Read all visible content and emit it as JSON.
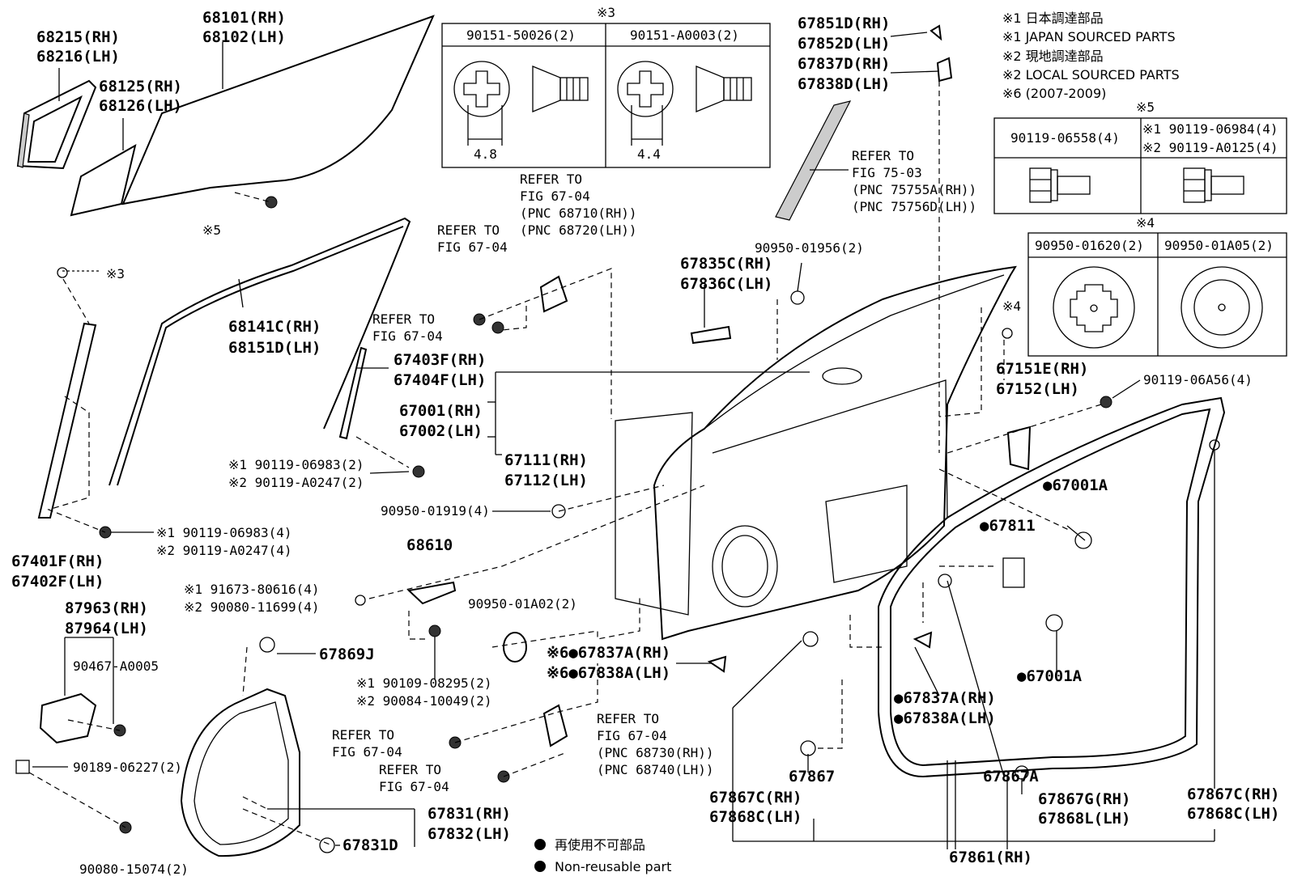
{
  "notes": {
    "n1_jp": "※1 日本調達部品",
    "n1_en": "※1 JAPAN SOURCED PARTS",
    "n2_jp": "※2 現地調達部品",
    "n2_en": "※2 LOCAL SOURCED PARTS",
    "n6": "※6 (2007-2009)"
  },
  "legend": {
    "jp": "再使用不可部品",
    "en": "Non-reusable part"
  },
  "tables": {
    "t3": {
      "mark": "※3",
      "c1": "90151-50026(2)",
      "c2": "90151-A0003(2)",
      "d1": "4.8",
      "d2": "4.4"
    },
    "t5": {
      "mark": "※5",
      "c1": "90119-06558(4)",
      "c2a": "※1 90119-06984(4)",
      "c2b": "※2 90119-A0125(4)"
    },
    "t4": {
      "mark": "※4",
      "c1": "90950-01620(2)",
      "c2": "90950-01A05(2)"
    }
  },
  "labels": {
    "l68215": "68215(RH)",
    "l68216": "68216(LH)",
    "l68101": "68101(RH)",
    "l68102": "68102(LH)",
    "l68125": "68125(RH)",
    "l68126": "68126(LH)",
    "mark5": "※5",
    "mark3": "※3",
    "mark4": "※4",
    "l68141": "68141C(RH)",
    "l68151": "68151D(LH)",
    "l67403": "67403F(RH)",
    "l67404": "67404F(LH)",
    "l67001": "67001(RH)",
    "l67002": "67002(LH)",
    "l67111": "67111(RH)",
    "l67112": "67112(LH)",
    "bolt1a": "※1 90119-06983(2)",
    "bolt1b": "※2 90119-A0247(2)",
    "bolt2a": "※1 90119-06983(4)",
    "bolt2b": "※2 90119-A0247(4)",
    "l67401": "67401F(RH)",
    "l67402": "67402F(LH)",
    "l90950_01919": "90950-01919(4)",
    "l68610": "68610",
    "l91673a": "※1 91673-80616(4)",
    "l91673b": "※2 90080-11699(4)",
    "l87963": "87963(RH)",
    "l87964": "87964(LH)",
    "l90467": "90467-A0005",
    "l90189": "90189-06227(2)",
    "l90080_15074": "90080-15074(2)",
    "l67869J": "67869J",
    "l90109a": "※1 90109-08295(2)",
    "l90109b": "※2 90084-10049(2)",
    "l90950_01A02": "90950-01A02(2)",
    "l67837A_6": "※6●67837A(RH)",
    "l67838A_6": "※6●67838A(LH)",
    "ref1a": "REFER TO",
    "ref1b": "FIG 67-04",
    "ref1c": "(PNC 68710(RH))",
    "ref1d": "(PNC 68720(LH))",
    "ref2a": "REFER TO",
    "ref2b": "FIG 67-04",
    "ref3a": "REFER TO",
    "ref3b": "FIG 67-04",
    "ref4a": "REFER TO",
    "ref4b": "FIG 67-04",
    "ref5a": "REFER TO",
    "ref5b": "FIG 67-04",
    "ref5c": "(PNC 68730(RH))",
    "ref5d": "(PNC 68740(LH))",
    "ref6a": "REFER TO",
    "ref6b": "FIG 67-04",
    "ref7a": "REFER TO",
    "ref7b": "FIG 75-03",
    "ref7c": "(PNC 75755A(RH))",
    "ref7d": "(PNC 75756D(LH))",
    "l67831": "67831(RH)",
    "l67832": "67832(LH)",
    "l67831D": "67831D",
    "l67851": "67851D(RH)",
    "l67852": "67852D(LH)",
    "l67837D": "67837D(RH)",
    "l67838D": "67838D(LH)",
    "l90950_01956": "90950-01956(2)",
    "l67835": "67835C(RH)",
    "l67836": "67836C(LH)",
    "l67151": "67151E(RH)",
    "l67152": "67152(LH)",
    "l90119_06A56": "90119-06A56(4)",
    "l67001A_1": "●67001A",
    "l67001A_2": "●67001A",
    "l67811": "●67811",
    "l67837A": "●67837A(RH)",
    "l67838A": "●67838A(LH)",
    "l67867": "67867",
    "l67867A": "67867A",
    "l67867C_1": "67867C(RH)",
    "l67868C_1": "67868C(LH)",
    "l67867G": "67867G(RH)",
    "l67868L": "67868L(LH)",
    "l67867C_2": "67867C(RH)",
    "l67868C_2": "67868C(LH)",
    "l67861": "67861(RH)"
  }
}
